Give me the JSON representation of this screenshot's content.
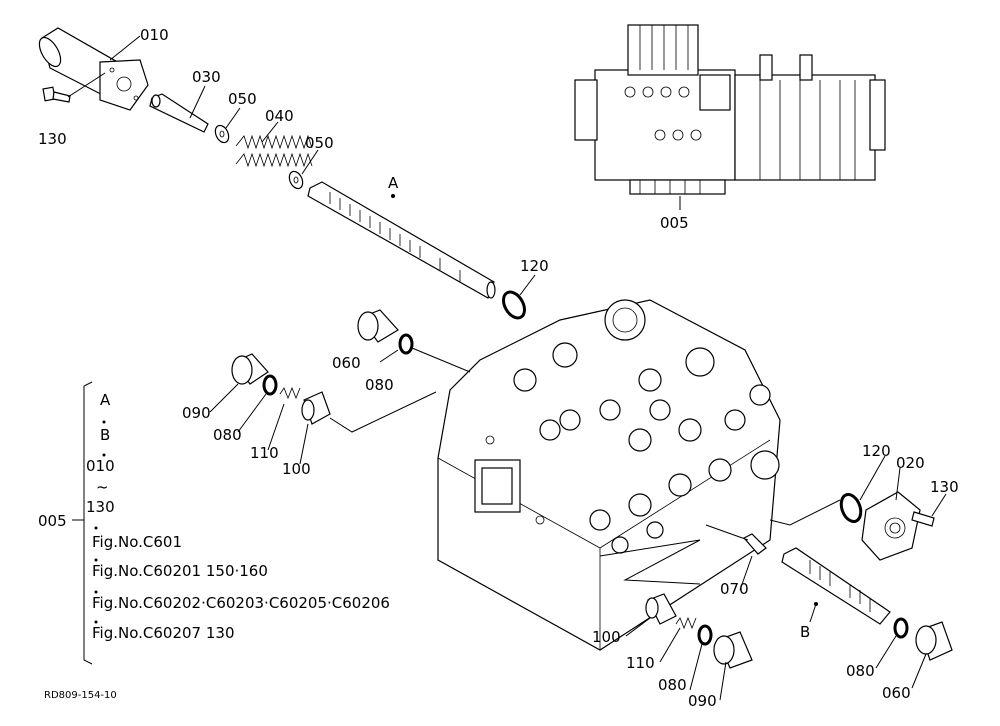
{
  "drawing_code": "RD809-154-10",
  "callouts": [
    {
      "id": "c010",
      "text": "010"
    },
    {
      "id": "c030",
      "text": "030"
    },
    {
      "id": "c050a",
      "text": "050"
    },
    {
      "id": "c040",
      "text": "040"
    },
    {
      "id": "c050b",
      "text": "050"
    },
    {
      "id": "c130a",
      "text": "130"
    },
    {
      "id": "cA",
      "text": "A"
    },
    {
      "id": "c120a",
      "text": "120"
    },
    {
      "id": "c005top",
      "text": "005"
    },
    {
      "id": "c060a",
      "text": "060"
    },
    {
      "id": "c080a",
      "text": "080"
    },
    {
      "id": "c090a",
      "text": "090"
    },
    {
      "id": "c080b",
      "text": "080"
    },
    {
      "id": "c110a",
      "text": "110"
    },
    {
      "id": "c100a",
      "text": "100"
    },
    {
      "id": "c120b",
      "text": "120"
    },
    {
      "id": "c020",
      "text": "020"
    },
    {
      "id": "c130b",
      "text": "130"
    },
    {
      "id": "c070",
      "text": "070"
    },
    {
      "id": "cB",
      "text": "B"
    },
    {
      "id": "c100b",
      "text": "100"
    },
    {
      "id": "c110b",
      "text": "110"
    },
    {
      "id": "c080c",
      "text": "080"
    },
    {
      "id": "c090b",
      "text": "090"
    },
    {
      "id": "c080d",
      "text": "080"
    },
    {
      "id": "c060b",
      "text": "060"
    }
  ],
  "legend": {
    "group_label": "005",
    "items": [
      "A",
      "B",
      "010",
      "~",
      "130",
      "Fig.No.C601",
      "Fig.No.C60201  150·160",
      "Fig.No.C60202·C60203·C60205·C60206",
      "Fig.No.C60207  130"
    ]
  }
}
